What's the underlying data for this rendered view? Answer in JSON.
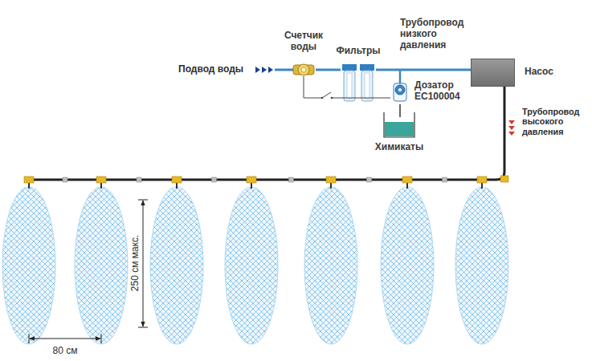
{
  "diagram": {
    "nodes": [
      {
        "text": [
          "Счетчик воды"
        ]
      },
      {
        "text": [
          "Фильтры"
        ]
      },
      {
        "text": [
          "Дозатор EC100004"
        ]
      },
      {
        "text": [
          "Химикаты"
        ]
      },
      {
        "text": [
          "Насос"
        ]
      }
    ],
    "edges": [
      {
        "from": 0,
        "to": 1,
        "arrow": "none"
      },
      {
        "from": 1,
        "to": 4,
        "label": "Трубопровод низкого давления",
        "arrow": "none"
      },
      {
        "from": 0,
        "to": 2,
        "arrow": "none"
      },
      {
        "from": 3,
        "to": 2,
        "arrow": "none"
      }
    ],
    "labels": [
      "Подвод воды",
      "Трубопровод высокого давления",
      "250 см макс.",
      "80 см"
    ]
  }
}
